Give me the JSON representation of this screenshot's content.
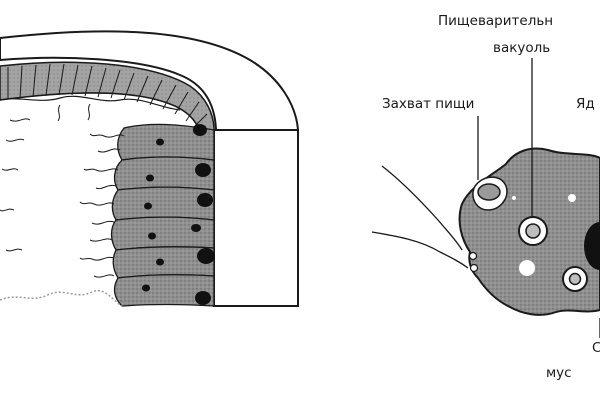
{
  "labels": {
    "digestive_vacuole_line1": "Пищеварительн",
    "digestive_vacuole_line2": "вакуоль",
    "food_capture": "Захват пищи",
    "nucleus_partial": "Яд",
    "bottom_partial_line1": "С",
    "bottom_partial_line2": "мус"
  },
  "colors": {
    "ink": "#1a1a1a",
    "cell_fill": "#9a9a9a",
    "cell_border": "#2b2b2b",
    "background": "#ffffff"
  }
}
